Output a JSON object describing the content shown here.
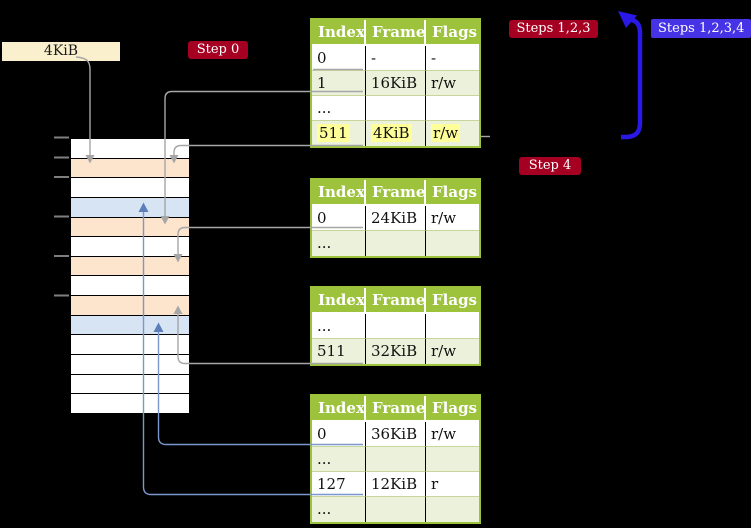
{
  "page_size_label": "4KiB",
  "badges": {
    "step0": {
      "label": "Step 0",
      "color": "#A50022"
    },
    "steps123": {
      "label": "Steps 1,2,3",
      "color": "#A50022"
    },
    "steps1234": {
      "label": "Steps 1,2,3,4",
      "color": "#4633E6"
    },
    "step4": {
      "label": "Step 4",
      "color": "#A50022"
    }
  },
  "tables": [
    {
      "name": "page-table-1",
      "headers": [
        "Index",
        "Frame",
        "Flags"
      ],
      "rows": [
        {
          "cells": [
            "0",
            "-",
            "-"
          ],
          "highlight": false,
          "underline": "gray"
        },
        {
          "cells": [
            "1",
            "16KiB",
            "r/w"
          ],
          "highlight": false,
          "underline": "gray"
        },
        {
          "cells": [
            "...",
            "",
            ""
          ],
          "highlight": false,
          "underline": null
        },
        {
          "cells": [
            "511",
            "4KiB",
            "r/w"
          ],
          "highlight": true,
          "underline": "gray"
        }
      ]
    },
    {
      "name": "page-table-2",
      "headers": [
        "Index",
        "Frame",
        "Flags"
      ],
      "rows": [
        {
          "cells": [
            "0",
            "24KiB",
            "r/w"
          ],
          "highlight": false,
          "underline": "gray"
        },
        {
          "cells": [
            "...",
            "",
            ""
          ],
          "highlight": false,
          "underline": null
        }
      ]
    },
    {
      "name": "page-table-3",
      "headers": [
        "Index",
        "Frame",
        "Flags"
      ],
      "rows": [
        {
          "cells": [
            "...",
            "",
            ""
          ],
          "highlight": false,
          "underline": null
        },
        {
          "cells": [
            "511",
            "32KiB",
            "r/w"
          ],
          "highlight": false,
          "underline": "gray"
        }
      ]
    },
    {
      "name": "page-table-4",
      "headers": [
        "Index",
        "Frame",
        "Flags"
      ],
      "rows": [
        {
          "cells": [
            "0",
            "36KiB",
            "r/w"
          ],
          "highlight": false,
          "underline": "blue"
        },
        {
          "cells": [
            "...",
            "",
            ""
          ],
          "highlight": false,
          "underline": null
        },
        {
          "cells": [
            "127",
            "12KiB",
            "r"
          ],
          "highlight": false,
          "underline": "blue"
        },
        {
          "cells": [
            "...",
            "",
            ""
          ],
          "highlight": false,
          "underline": null
        }
      ]
    }
  ],
  "memory_column": {
    "rows": [
      "white",
      "peach",
      "white",
      "blue",
      "peach",
      "white",
      "peach",
      "white",
      "peach",
      "blue",
      "white",
      "white",
      "white",
      "white"
    ]
  },
  "colors": {
    "green": "#9DC33C",
    "row-shade": "#EBF1DB",
    "sep-green": "#C8D69B",
    "peach": "#FCE4CD",
    "blue-row": "#D6E4F4",
    "highlight": "#FFFF99",
    "label-cream": "#FBF0CD",
    "badge-red": "#A50022",
    "badge-blue": "#4633E6",
    "wire-gray": "#A6A6A6",
    "wire-blue": "#7B97CB",
    "wire-blue-head": "#5C7EB9",
    "arrow-blue": "#2A18E6"
  }
}
